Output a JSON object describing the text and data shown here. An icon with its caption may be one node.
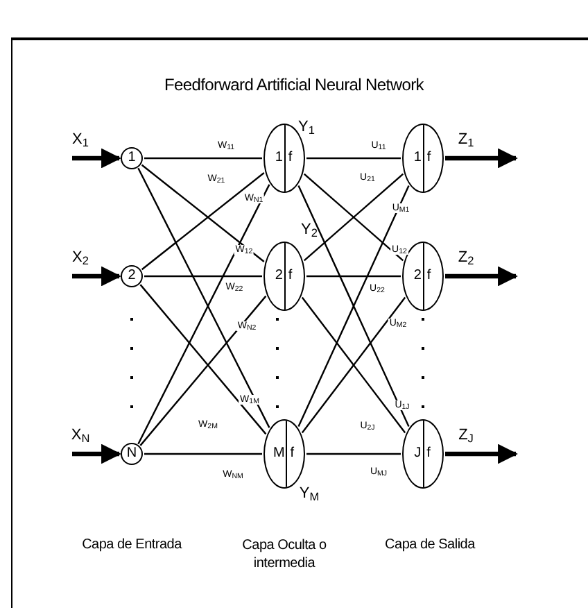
{
  "diagram": {
    "title": "Feedforward Artificial Neural Network",
    "nodes": [
      {
        "text": [
          "1"
        ]
      },
      {
        "text": [
          "2"
        ]
      },
      {
        "text": [
          "N"
        ]
      },
      {
        "text": [
          "1",
          "f"
        ],
        "beside": [
          "Y$_{1}$"
        ]
      },
      {
        "text": [
          "2",
          "f"
        ],
        "beside": [
          "Y$_{2}$"
        ]
      },
      {
        "text": [
          "M",
          "f"
        ],
        "beside": [
          "Y$_{M}$"
        ]
      },
      {
        "text": [
          "1",
          "f"
        ]
      },
      {
        "text": [
          "2",
          "f"
        ]
      },
      {
        "text": [
          "J",
          "f"
        ]
      }
    ],
    "edges": [
      {
        "from": 0,
        "to": 3,
        "arrow": "none",
        "label": "W$_{11}$"
      },
      {
        "from": 1,
        "to": 3,
        "arrow": "none",
        "label": "W$_{21}$"
      },
      {
        "from": 2,
        "to": 3,
        "arrow": "none",
        "label": "W$_{N1}$"
      },
      {
        "from": 0,
        "to": 4,
        "arrow": "none",
        "label": "W$_{12}$"
      },
      {
        "from": 1,
        "to": 4,
        "arrow": "none",
        "label": "W$_{22}$"
      },
      {
        "from": 2,
        "to": 4,
        "arrow": "none",
        "label": "W$_{N2}$"
      },
      {
        "from": 0,
        "to": 5,
        "arrow": "none",
        "label": "W$_{1M}$"
      },
      {
        "from": 1,
        "to": 5,
        "arrow": "none",
        "label": "W$_{2M}$"
      },
      {
        "from": 2,
        "to": 5,
        "arrow": "none",
        "label": "W$_{NM}$"
      },
      {
        "from": 3,
        "to": 6,
        "arrow": "none",
        "label": "U$_{11}$"
      },
      {
        "from": 4,
        "to": 6,
        "arrow": "none",
        "label": "U$_{21}$"
      },
      {
        "from": 5,
        "to": 6,
        "arrow": "none",
        "label": "U$_{M1}$"
      },
      {
        "from": 3,
        "to": 7,
        "arrow": "none",
        "label": "U$_{12}$"
      },
      {
        "from": 4,
        "to": 7,
        "arrow": "none",
        "label": "U$_{22}$"
      },
      {
        "from": 5,
        "to": 7,
        "arrow": "none",
        "label": "U$_{M2}$"
      },
      {
        "from": 3,
        "to": 8,
        "arrow": "none",
        "label": "U$_{1J}$"
      },
      {
        "from": 4,
        "to": 8,
        "arrow": "none",
        "label": "U$_{2J}$"
      },
      {
        "from": 5,
        "to": 8,
        "arrow": "none",
        "label": "U$_{MJ}$"
      },
      {
        "from": null,
        "to": 0,
        "arrow": "to",
        "label": "X$_{1}$",
        "style": "thick"
      },
      {
        "from": null,
        "to": 1,
        "arrow": "to",
        "label": "X$_{2}$",
        "style": "thick"
      },
      {
        "from": null,
        "to": 2,
        "arrow": "to",
        "label": "X$_{N}$",
        "style": "thick"
      },
      {
        "from": 6,
        "to": null,
        "arrow": "to",
        "label": "Z$_{1}$",
        "style": "thick"
      },
      {
        "from": 7,
        "to": null,
        "arrow": "to",
        "label": "Z$_{2}$",
        "style": "thick"
      },
      {
        "from": 8,
        "to": null,
        "arrow": "to",
        "label": "Z$_{J}$",
        "style": "thick"
      }
    ],
    "labels": [
      "Capa de Entrada",
      "Capa Oculta o intermedia",
      "Capa de Salida"
    ]
  }
}
